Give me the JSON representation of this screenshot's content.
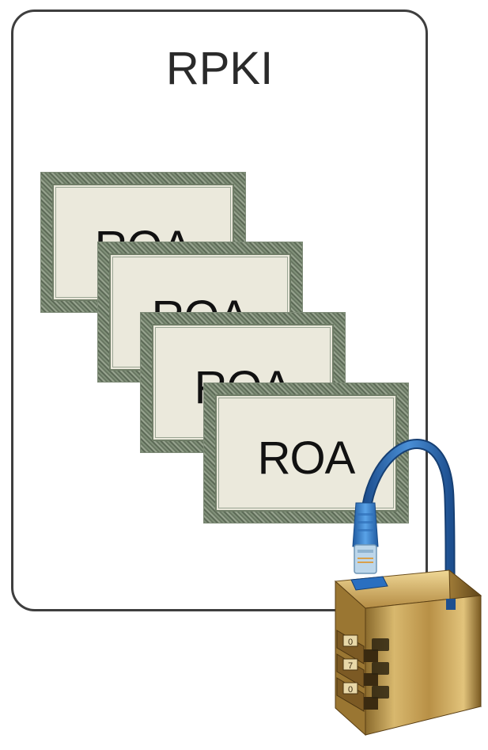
{
  "rpki": {
    "title": "RPKI"
  },
  "roas": [
    {
      "label": "ROA"
    },
    {
      "label": "ROA"
    },
    {
      "label": "ROA"
    },
    {
      "label": "ROA"
    }
  ],
  "padlock": {
    "icon": "combination-padlock-icon",
    "shackle_icon": "network-cable-icon",
    "dial_digits": [
      "0",
      "7",
      "0"
    ]
  },
  "colors": {
    "box_border": "#3e3e3e",
    "certificate_fill": "#ebe9dc",
    "certificate_border": "#5e6c58",
    "cable_blue": "#2f6fb8",
    "brass": "#c9a55c"
  }
}
